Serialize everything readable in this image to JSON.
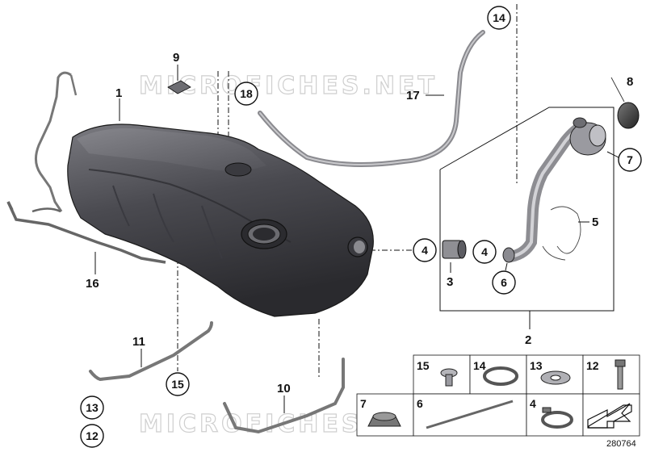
{
  "watermark": "MICROFICHES.NET",
  "reference_number": "280764",
  "callouts": {
    "c1": "1",
    "c2": "2",
    "c3": "3",
    "c4a": "4",
    "c4b": "4",
    "c5": "5",
    "c6": "6",
    "c7": "7",
    "c8": "8",
    "c9": "9",
    "c10": "10",
    "c11": "11",
    "c12": "12",
    "c13": "13",
    "c14": "14",
    "c15": "15",
    "c16": "16",
    "c17": "17",
    "c18": "18"
  },
  "legend_grid": {
    "row1": [
      "15",
      "14",
      "13",
      "12"
    ],
    "row2": [
      "7",
      "6",
      "4"
    ]
  }
}
